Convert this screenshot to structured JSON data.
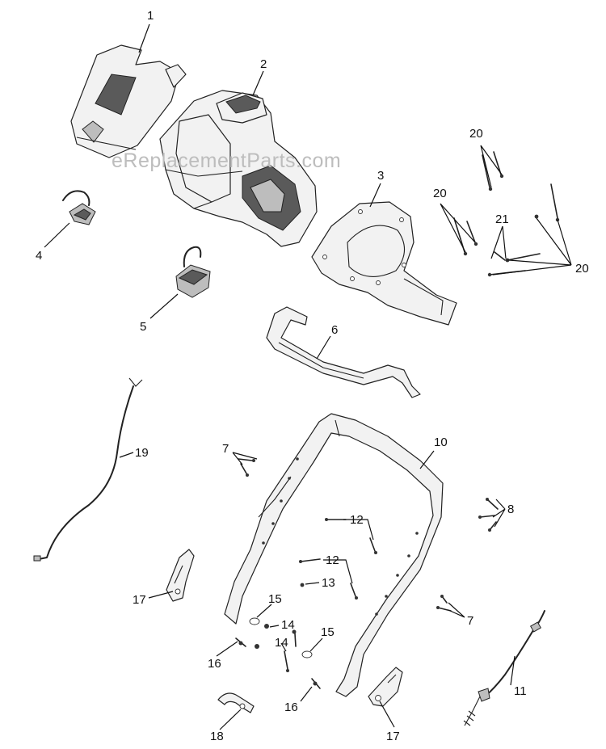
{
  "watermark": "eReplacementParts.com",
  "callouts": [
    {
      "id": "c1",
      "text": "1"
    },
    {
      "id": "c2",
      "text": "2"
    },
    {
      "id": "c3",
      "text": "3"
    },
    {
      "id": "c4",
      "text": "4"
    },
    {
      "id": "c5",
      "text": "5"
    },
    {
      "id": "c6",
      "text": "6"
    },
    {
      "id": "c7a",
      "text": "7"
    },
    {
      "id": "c7b",
      "text": "7"
    },
    {
      "id": "c8",
      "text": "8"
    },
    {
      "id": "c10",
      "text": "10"
    },
    {
      "id": "c11",
      "text": "11"
    },
    {
      "id": "c12a",
      "text": "12"
    },
    {
      "id": "c12b",
      "text": "12"
    },
    {
      "id": "c13",
      "text": "13"
    },
    {
      "id": "c14a",
      "text": "14"
    },
    {
      "id": "c14b",
      "text": "14"
    },
    {
      "id": "c15a",
      "text": "15"
    },
    {
      "id": "c15b",
      "text": "15"
    },
    {
      "id": "c16a",
      "text": "16"
    },
    {
      "id": "c16b",
      "text": "16"
    },
    {
      "id": "c17a",
      "text": "17"
    },
    {
      "id": "c17b",
      "text": "17"
    },
    {
      "id": "c18",
      "text": "18"
    },
    {
      "id": "c19",
      "text": "19"
    },
    {
      "id": "c20a",
      "text": "20"
    },
    {
      "id": "c20b",
      "text": "20"
    },
    {
      "id": "c20c",
      "text": "20"
    },
    {
      "id": "c21",
      "text": "21"
    }
  ]
}
